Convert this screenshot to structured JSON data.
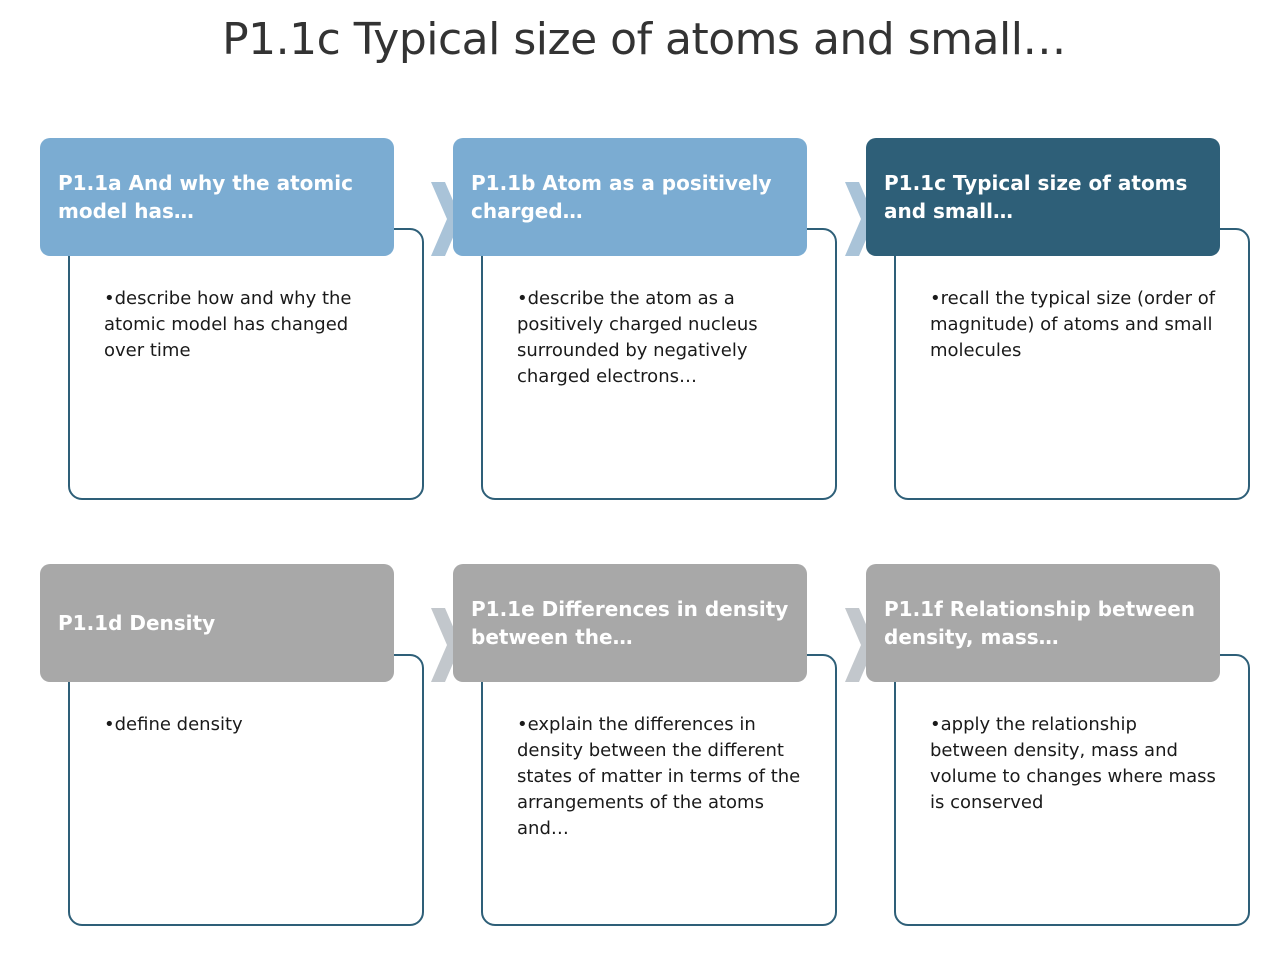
{
  "page_title": "P1.1c Typical size of atoms and small…",
  "colors": {
    "light_header": "#7bacd2",
    "active_header": "#2e5f78",
    "inactive_header": "#a8a8a8",
    "body_border": "#2e5f78",
    "chevron_blue": "#a9c3d8",
    "chevron_grey": "#c2c7cc"
  },
  "cards": [
    {
      "title": "P1.1a And why the atomic model has…",
      "body": "•describe how and why the atomic model has changed over time"
    },
    {
      "title": "P1.1b Atom as a positively charged…",
      "body": "•describe the atom as a positively charged nucleus surrounded by negatively charged electrons…"
    },
    {
      "title": "P1.1c Typical size of atoms and small…",
      "body": "•recall the typical size (order of magnitude) of atoms and small molecules"
    },
    {
      "title": "P1.1d Density",
      "body": "•define density"
    },
    {
      "title": "P1.1e Differences in density between the…",
      "body": "•explain the differences in density between the different states of matter in terms of the arrangements of the atoms and…"
    },
    {
      "title": "P1.1f Relationship between density, mass…",
      "body": "•apply the relationship between density, mass and volume to changes where mass is conserved"
    }
  ]
}
